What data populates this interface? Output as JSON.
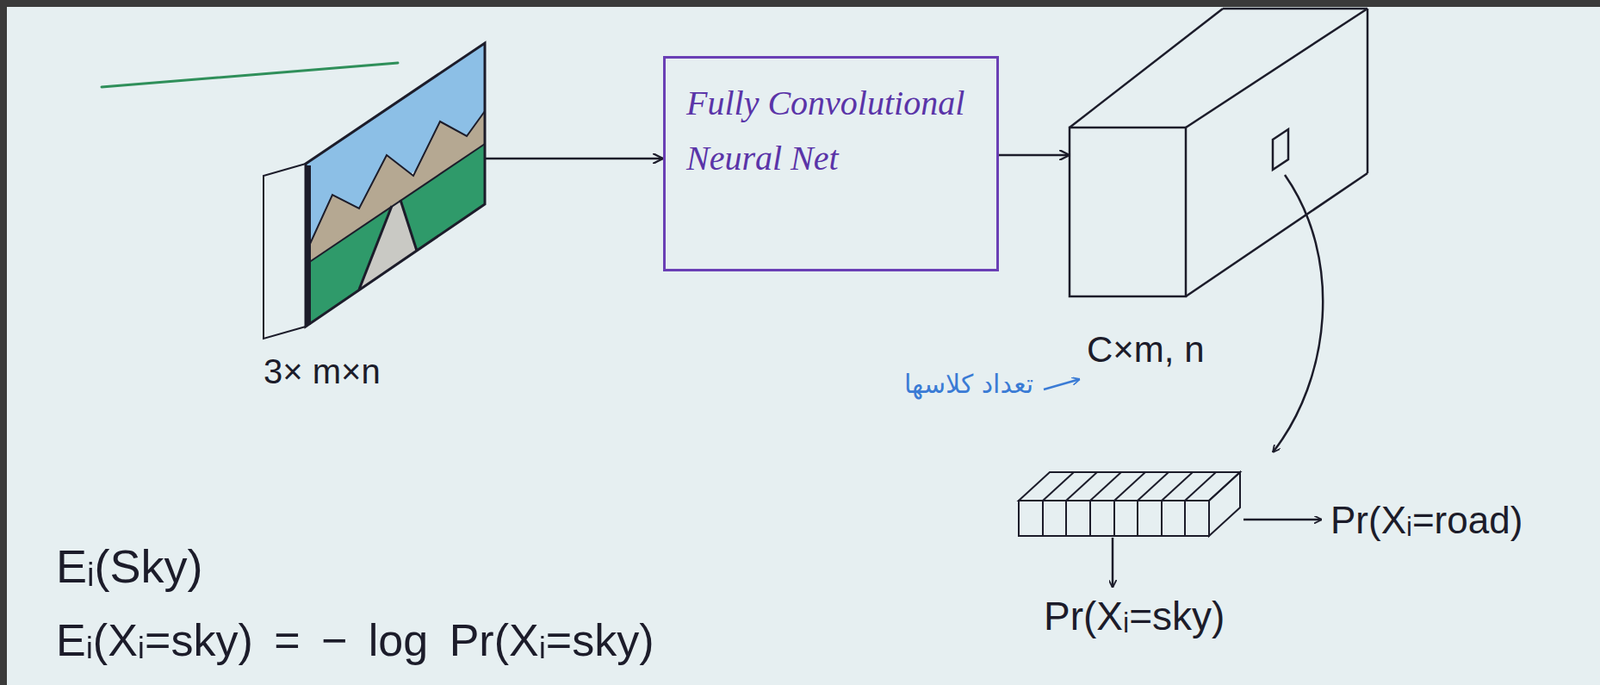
{
  "diagram": {
    "nodes": [
      {
        "text": [
          "3× m×n"
        ]
      },
      {
        "text": [
          "Fully Convolutional Neural Net"
        ]
      },
      {
        "text": [
          "C×m, n"
        ]
      }
    ],
    "edges": [
      {
        "from": 0,
        "to": 1,
        "arrow": "to"
      },
      {
        "from": 1,
        "to": 2,
        "arrow": "to"
      }
    ],
    "labels": [
      "تعداد کلاسها",
      "Pr(Xᵢ=road)",
      "Pr(Xᵢ=sky)",
      "Eᵢ(Sky)",
      "Eᵢ(Xᵢ=sky) = − log Pr(Xᵢ=sky)"
    ]
  }
}
